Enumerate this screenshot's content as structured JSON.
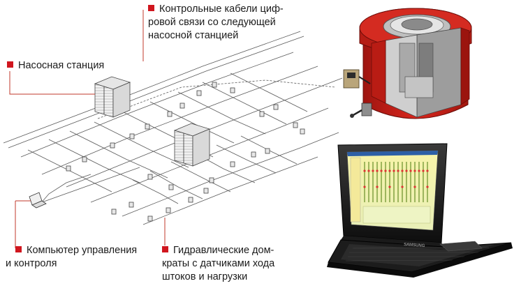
{
  "labels": {
    "cables": {
      "line1": "Контрольные кабели циф-",
      "line2": "ровой связи со следующей",
      "line3": "насосной станцией"
    },
    "pump_station": "Насосная станция",
    "computer": {
      "line1": "Компьютер  управления",
      "line2": "и контроля"
    },
    "jacks": {
      "line1": "Гидравлические дом-",
      "line2": "краты с датчиками хода",
      "line3": "штоков и нагрузки"
    }
  },
  "colors": {
    "bullet": "#d0161e",
    "leader": "#d0161e",
    "jack_body": "#c8201a",
    "schematic_line": "#555555"
  },
  "laptop": {
    "brand": "SAMSUNG"
  }
}
